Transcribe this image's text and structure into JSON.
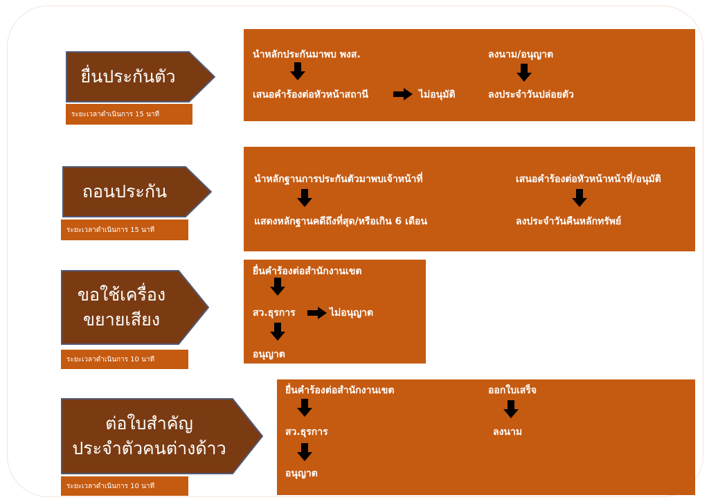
{
  "colors": {
    "dark": "#7b3b12",
    "accent": "#c55a11"
  },
  "steps": [
    {
      "title": [
        "ยื่นประกันตัว"
      ],
      "time": "ระยะเวลาดำเนินการ 15 นาที",
      "texts": [
        "นำหลักประกันมาพบ พงส.",
        "เสนอคำร้องต่อหัวหน้าสถานี",
        "ไม่อนุมัติ",
        "ลงนาม/อนุญาต",
        "ลงประจำวันปล่อยตัว"
      ]
    },
    {
      "title": [
        "ถอนประกัน"
      ],
      "time": "ระยะเวลาดำเนินการ 15 นาที",
      "texts": [
        "นำหลักฐานการประกันตัวมาพบเจ้าหน้าที่",
        "แสดงหลักฐานคดีถึงที่สุด/หรือเกิน 6 เดือน",
        "เสนอคำร้องต่อหัวหน้าหน้าที่/อนุมัติ",
        "ลงประจำวันคืนหลักทรัพย์"
      ]
    },
    {
      "title": [
        "ขอใช้เครื่อง",
        "ขยายเสียง"
      ],
      "time": "ระยะเวลาดำเนินการ 10 นาที",
      "texts": [
        "ยื่นคำร้องต่อสำนักงานเขต",
        "สว.ธุรการ",
        "ไม่อนุญาต",
        "อนุญาต"
      ]
    },
    {
      "title": [
        "ต่อใบสำคัญ",
        "ประจำตัวคนต่างด้าว"
      ],
      "time": "ระยะเวลาดำเนินการ 10 นาที",
      "texts": [
        "ยื่นคำร้องต่อสำนักงานเขต",
        "สว.ธุรการ",
        "อนุญาต",
        "ออกใบเสร็จ",
        "ลงนาม"
      ]
    }
  ]
}
